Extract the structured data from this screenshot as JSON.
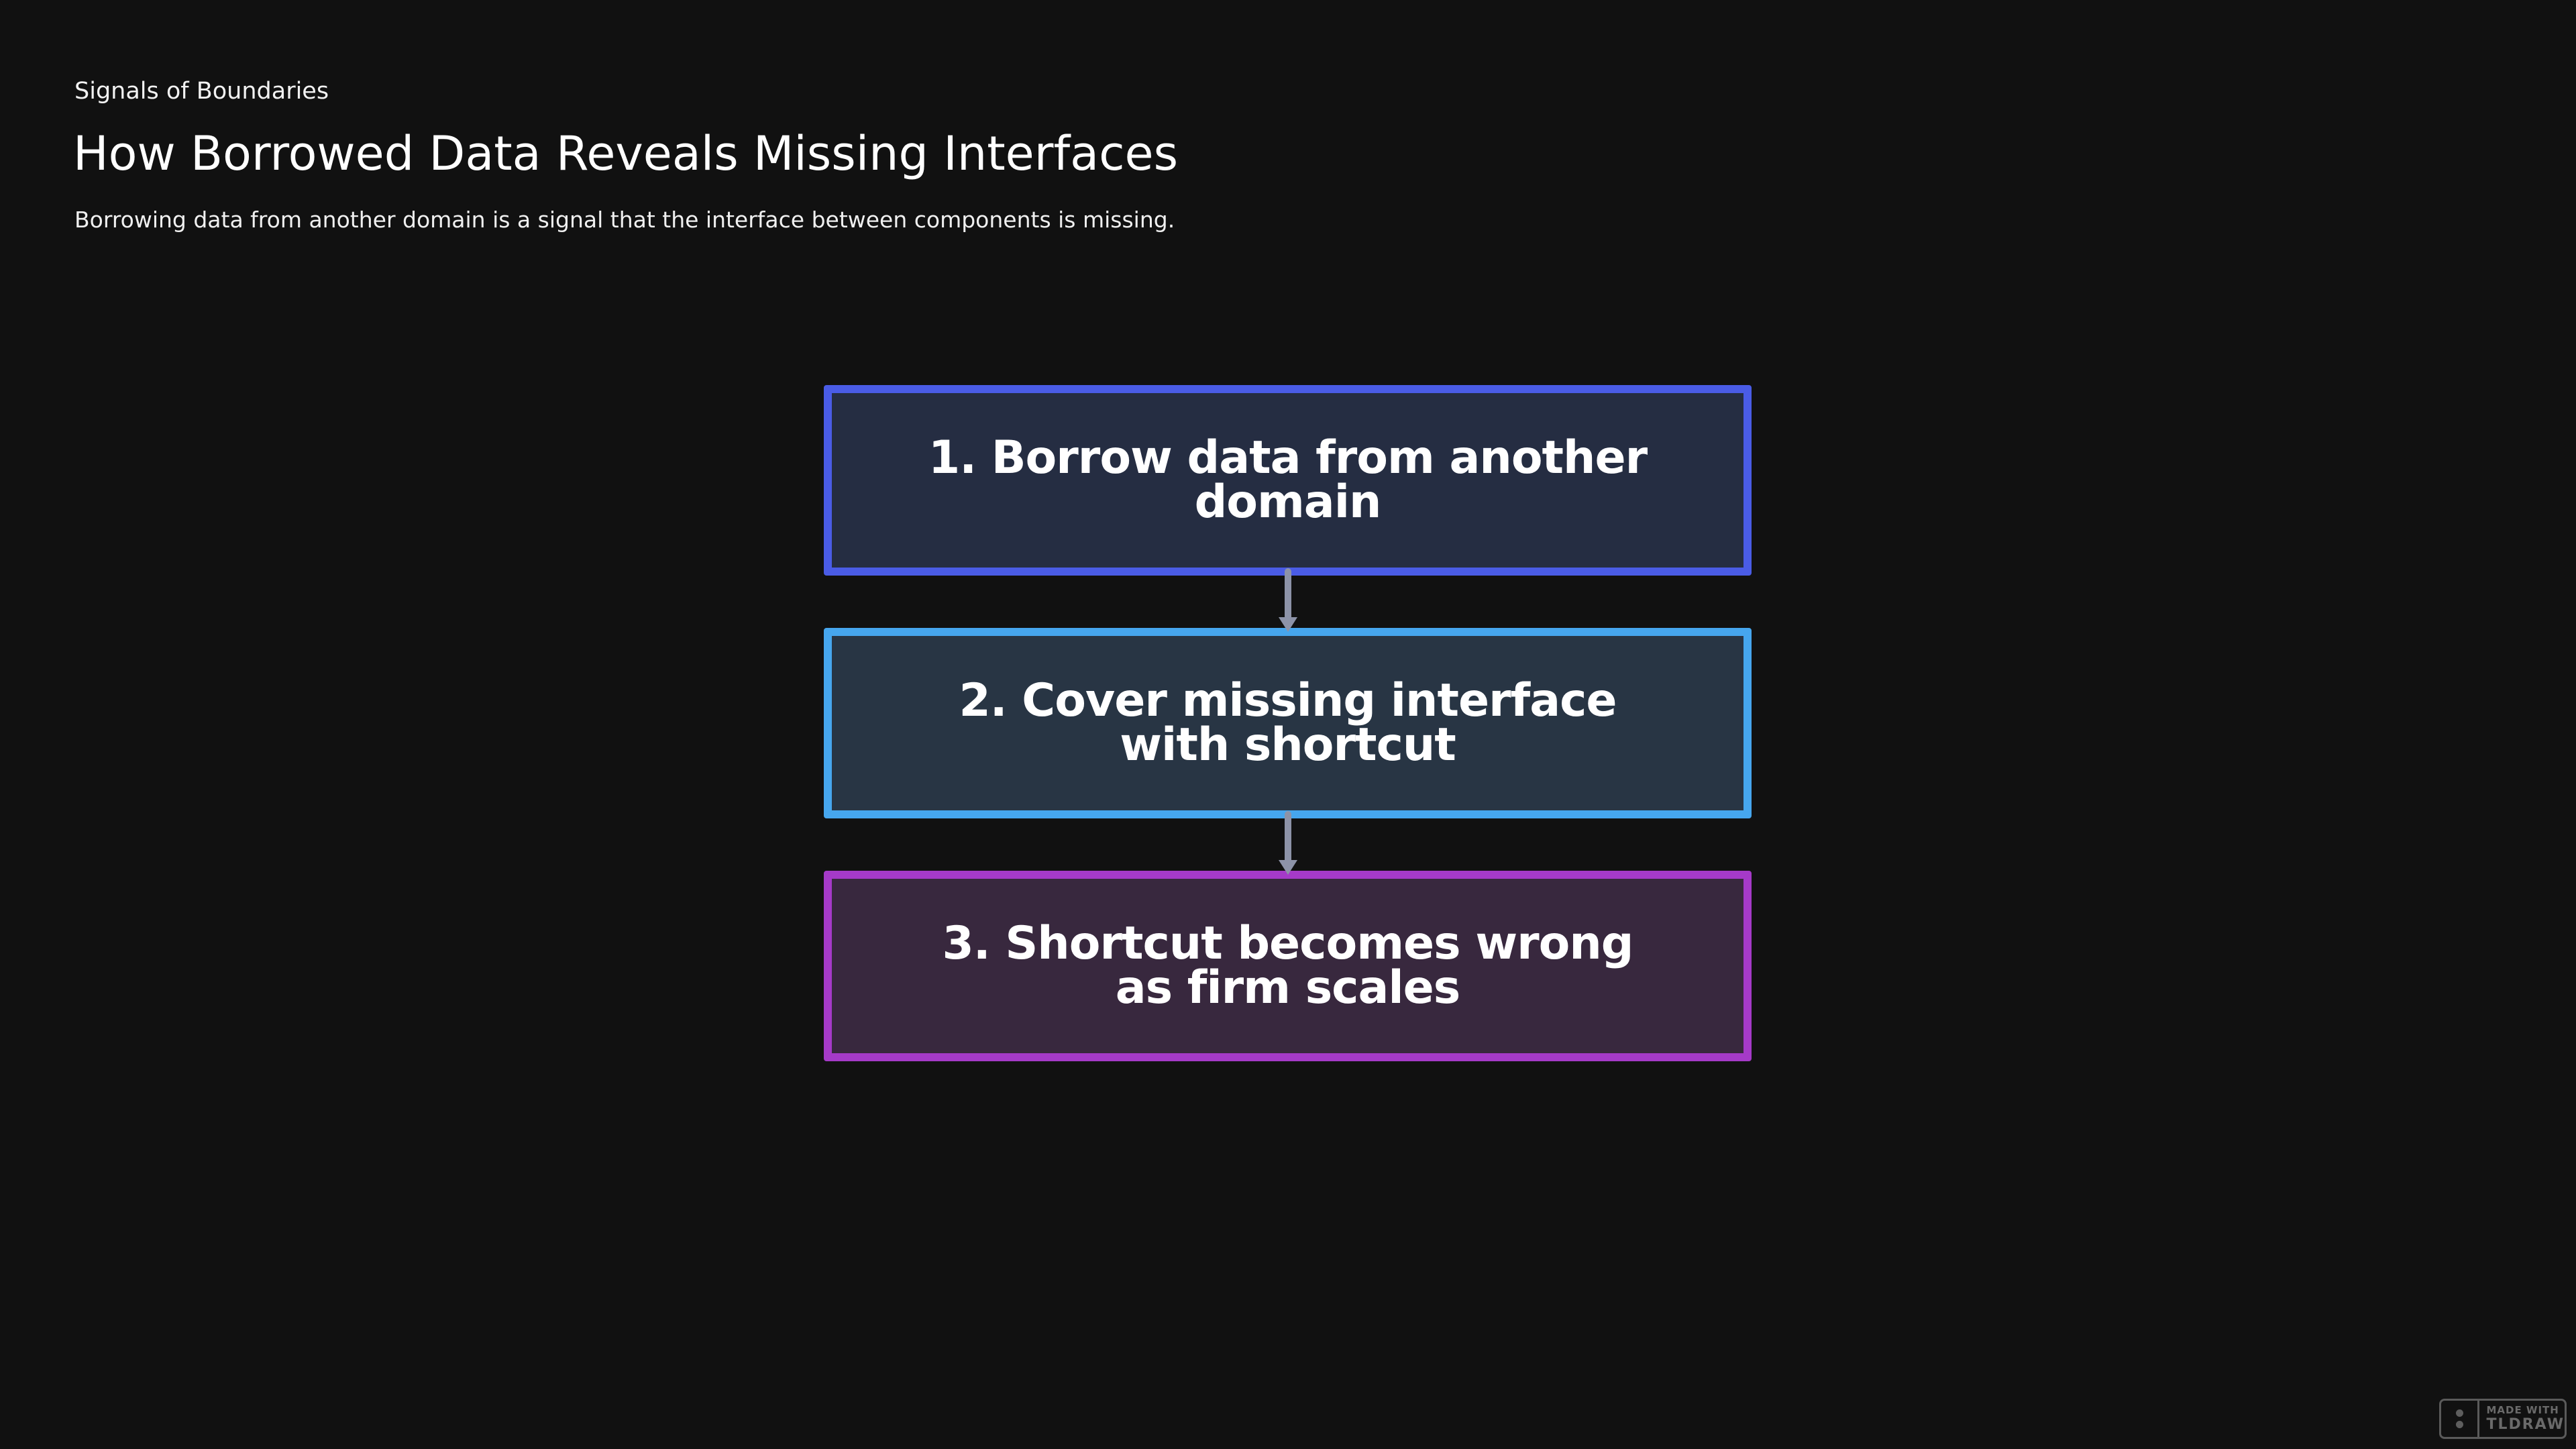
{
  "header": {
    "eyebrow": "Signals of Boundaries",
    "title": "How Borrowed Data Reveals Missing Interfaces",
    "subtitle": "Borrowing data from another domain is a signal that the interface between components is missing."
  },
  "diagram": {
    "steps": [
      {
        "label": "1. Borrow data from another domain",
        "fill": "#252d42",
        "border": "#4a5ce6"
      },
      {
        "label": "2. Cover missing interface with shortcut",
        "fill": "#283544",
        "border": "#46a6ee"
      },
      {
        "label": "3. Shortcut becomes wrong as firm scales",
        "fill": "#38283e",
        "border": "#a53ac8"
      }
    ],
    "arrow_color": "#8d93a8"
  },
  "watermark": {
    "made_with": "MADE WITH",
    "brand": "TLDRAW"
  }
}
